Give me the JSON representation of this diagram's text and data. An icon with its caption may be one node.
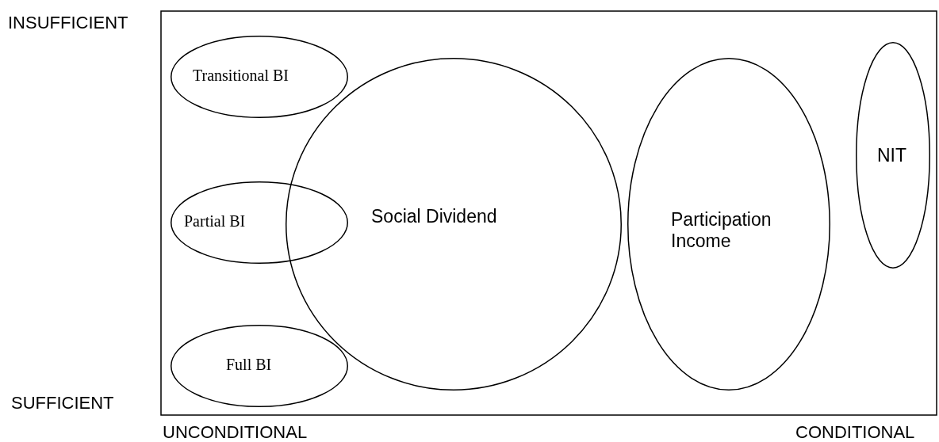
{
  "diagram": {
    "nodes": [
      {
        "text": [
          "Transitional BI"
        ]
      },
      {
        "text": [
          "Partial BI"
        ]
      },
      {
        "text": [
          "Full BI"
        ]
      },
      {
        "text": [
          "Social Dividend"
        ]
      },
      {
        "text": [
          "Participation Income"
        ]
      },
      {
        "text": [
          "NIT"
        ]
      }
    ],
    "edges": [],
    "labels": [
      "INSUFFICIENT",
      "SUFFICIENT",
      "UNCONDITIONAL",
      "CONDITIONAL"
    ]
  }
}
